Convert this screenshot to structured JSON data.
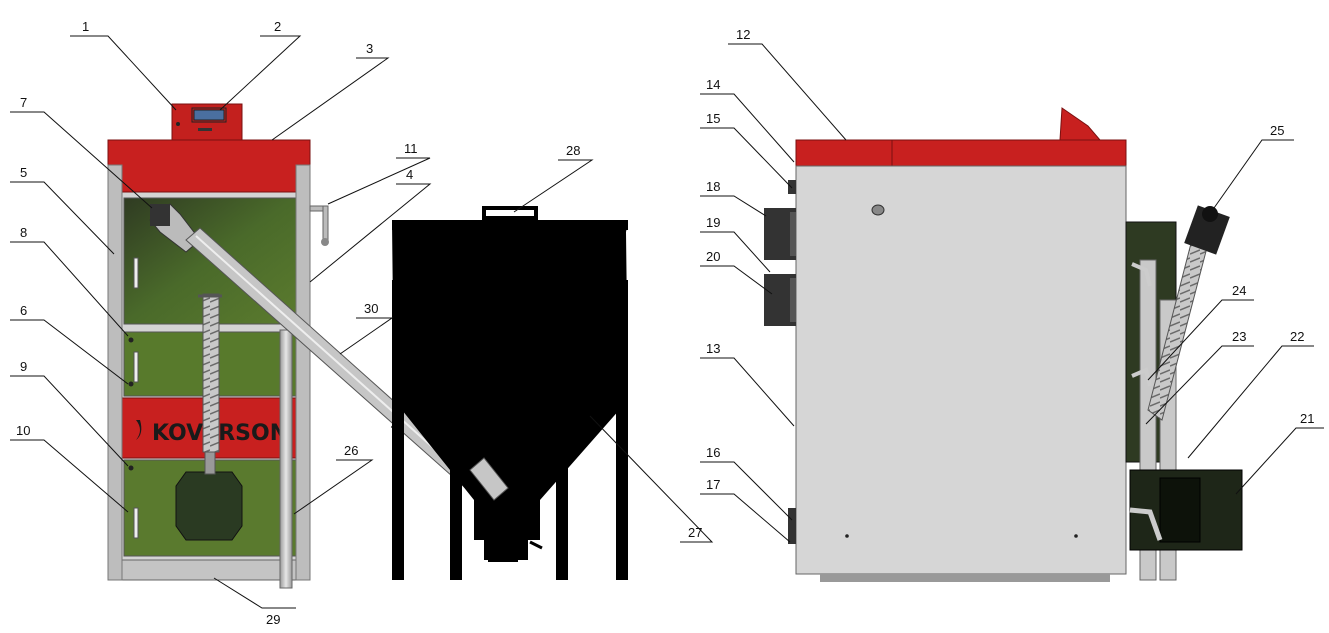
{
  "brand_text": "KOVERSON",
  "callouts": [
    {
      "label": "1"
    },
    {
      "label": "2"
    },
    {
      "label": "3"
    },
    {
      "label": "7"
    },
    {
      "label": "11"
    },
    {
      "label": "5"
    },
    {
      "label": "4"
    },
    {
      "label": "8"
    },
    {
      "label": "30"
    },
    {
      "label": "6"
    },
    {
      "label": "9"
    },
    {
      "label": "10"
    },
    {
      "label": "26"
    },
    {
      "label": "28"
    },
    {
      "label": "27"
    },
    {
      "label": "29"
    },
    {
      "label": "12"
    },
    {
      "label": "14"
    },
    {
      "label": "15"
    },
    {
      "label": "18"
    },
    {
      "label": "19"
    },
    {
      "label": "20"
    },
    {
      "label": "13"
    },
    {
      "label": "16"
    },
    {
      "label": "17"
    },
    {
      "label": "25"
    },
    {
      "label": "24"
    },
    {
      "label": "23"
    },
    {
      "label": "22"
    },
    {
      "label": "21"
    }
  ]
}
